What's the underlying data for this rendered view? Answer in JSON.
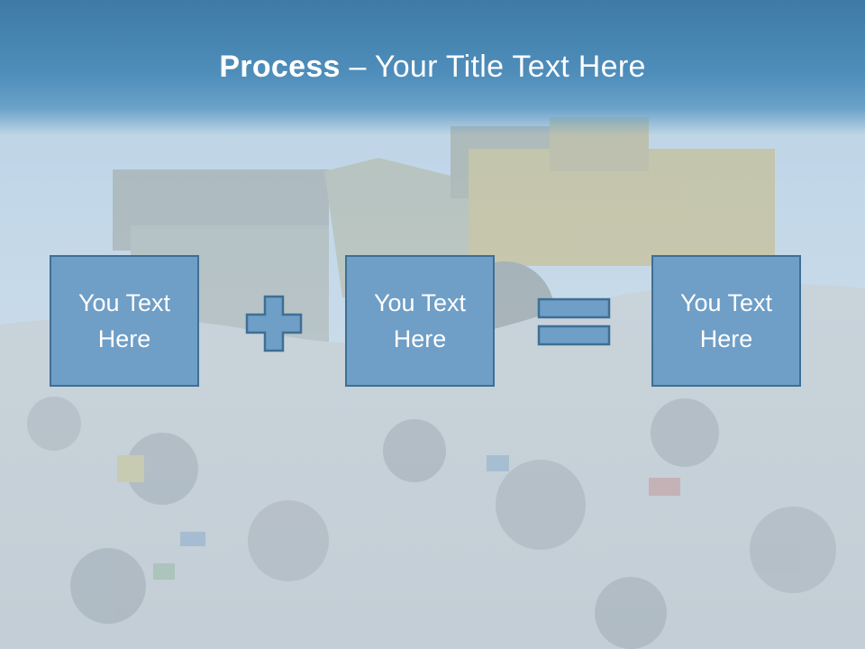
{
  "slide": {
    "title_bold": "Process",
    "title_rest": " – Your Title Text Here",
    "boxes": [
      {
        "label": "You Text Here"
      },
      {
        "label": "You Text Here"
      },
      {
        "label": "You Text Here"
      }
    ],
    "operators": [
      "plus-icon",
      "equals-icon"
    ],
    "colors": {
      "header": "#4f8ebb",
      "box_fill": "#6f9ec6",
      "box_border": "#3e6f95",
      "text": "#ffffff"
    }
  }
}
